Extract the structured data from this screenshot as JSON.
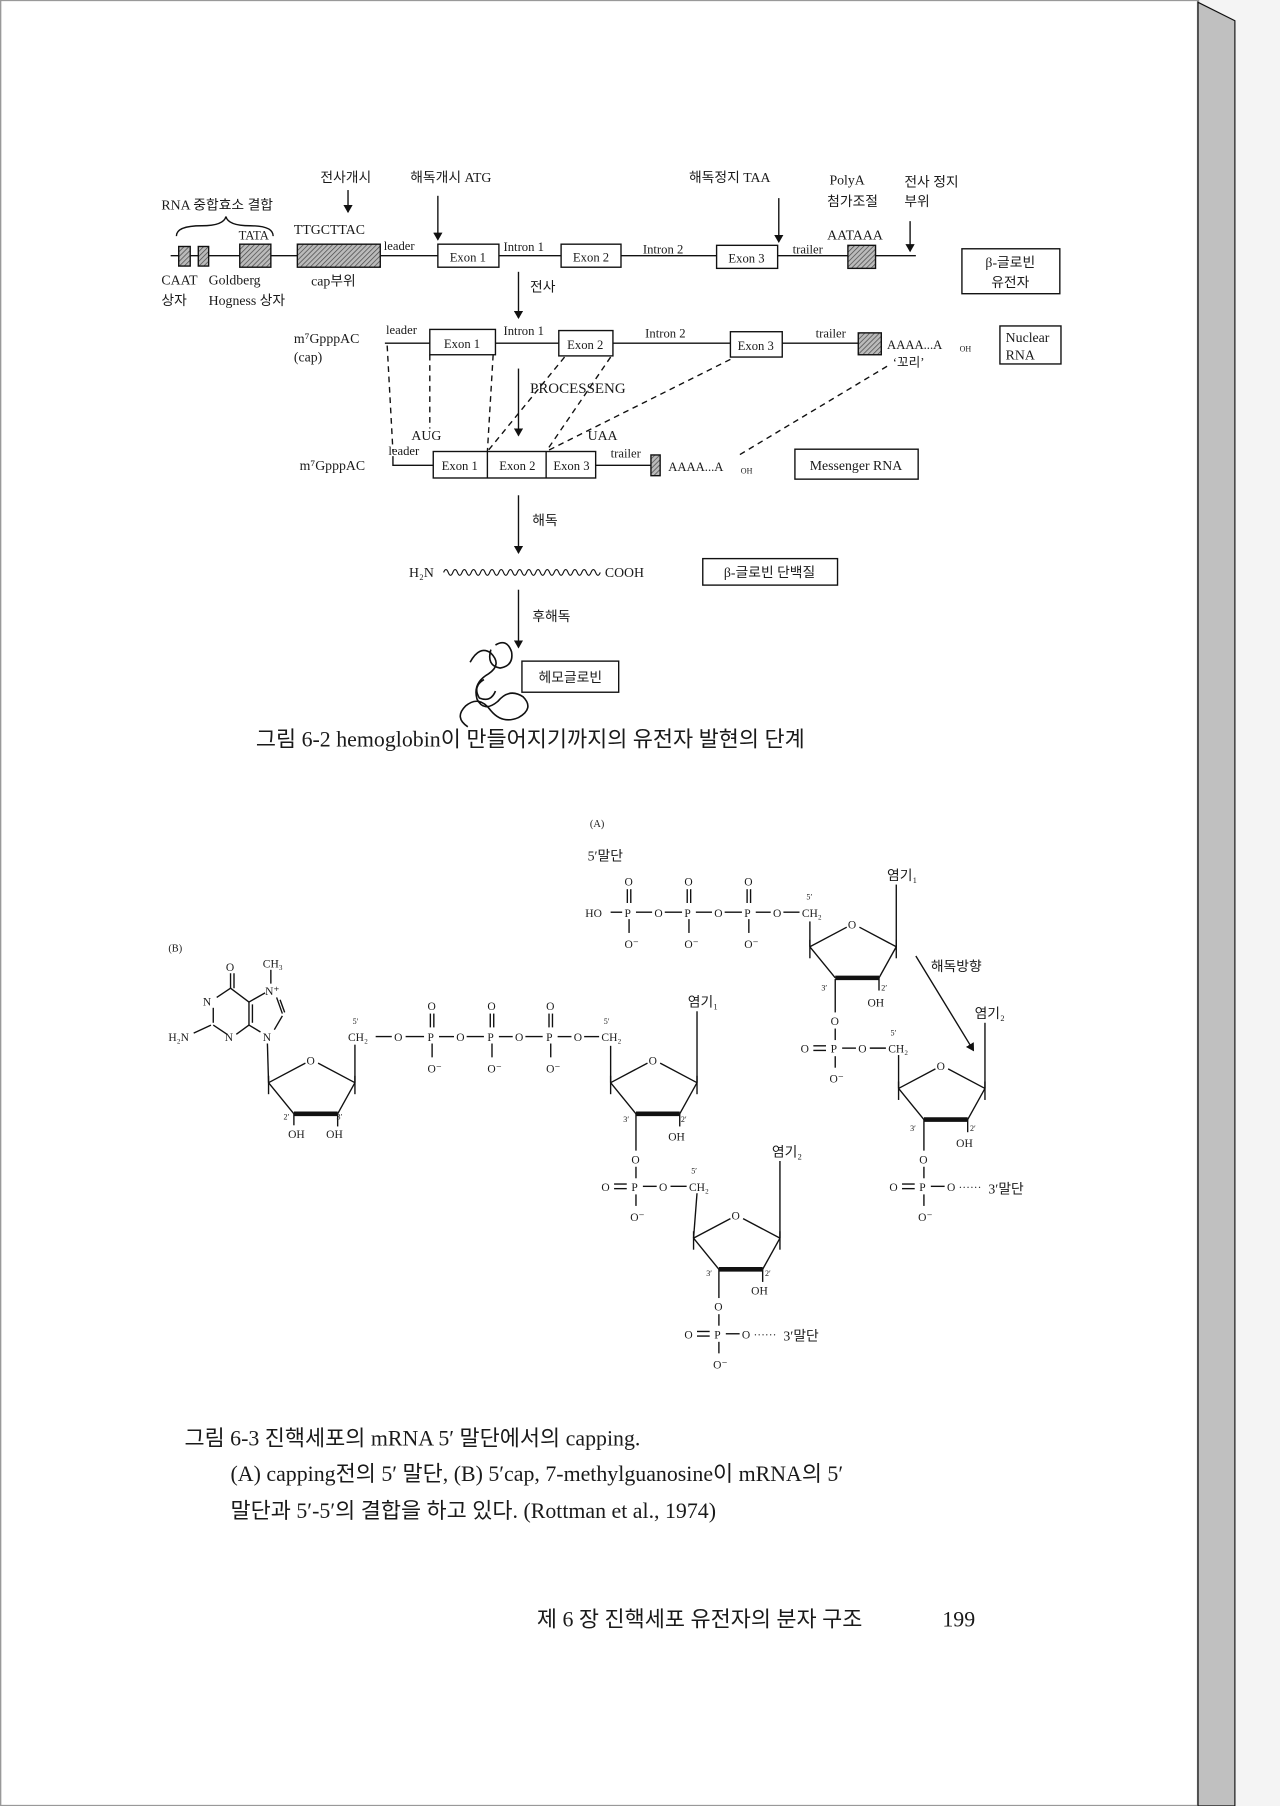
{
  "figure_6_2": {
    "labels": {
      "transcription_start": "전사개시",
      "translation_start": "해독개시 ATG",
      "translation_stop": "해독정지 TAA",
      "polya": "PolyA",
      "polya_2": "첨가조절",
      "transcription_stop": "전사 정지",
      "transcription_stop_2": "부위",
      "rna_polymerase": "RNA 중합효소 결합",
      "tata": "TATA",
      "ttgcttac": "TTGCTTAC",
      "leader": "leader",
      "exon1": "Exon 1",
      "intron1": "Intron 1",
      "exon2": "Exon 2",
      "intron2": "Intron 2",
      "exon3": "Exon 3",
      "trailer": "trailer",
      "aataaa": "AATAAA",
      "caat": "CAAT",
      "caat_2": "상자",
      "goldberg": "Goldberg",
      "hogness": "Hogness 상자",
      "cap_site": "cap부위",
      "gene_box_1": "β-글로빈",
      "gene_box_2": "유전자",
      "transcription": "전사",
      "cap": "m⁷GpppAC",
      "cap_paren": "(cap)",
      "polya_tail": "AAAA...A",
      "oh_sub": "OH",
      "tail": "‘꼬리’",
      "nuclear_box_1": "Nuclear",
      "nuclear_box_2": "RNA",
      "processing": "PROCESSENG",
      "aug": "AUG",
      "uaa": "UAA",
      "mrna_box": "Messenger RNA",
      "translation": "해독",
      "h2n": "H₂N",
      "cooh": "COOH",
      "protein_box": "β-글로빈 단백질",
      "post_translation": "후해독",
      "hemoglobin_box": "헤모글로빈"
    },
    "caption": "그림 6-2   hemoglobin이 만들어지기까지의 유전자 발현의 단계"
  },
  "figure_6_3": {
    "panel_a": "(A)",
    "panel_b": "(B)",
    "five_end": "5′말단",
    "translation_direction": "해독방향",
    "chem": {
      "o": "O",
      "p": "P",
      "o_minus": "O⁻",
      "ho": "HO",
      "oh": "OH",
      "ch2": "CH₂",
      "ch3": "CH₃",
      "n": "N",
      "n_plus": "N⁺",
      "h2n": "H₂N",
      "p5": "5′",
      "p3": "3′",
      "p2": "2′",
      "dots": "······",
      "end3": "3′말단",
      "base1": "염기₁",
      "base2": "염기₂"
    },
    "caption": {
      "line1": "그림 6-3  진핵세포의 mRNA 5′ 말단에서의 capping.",
      "line2": "(A) capping전의 5′ 말단,  (B) 5′cap, 7-methylguanosine이 mRNA의 5′",
      "line3": "말단과 5′-5′의 결합을 하고 있다.  (Rottman et al., 1974)"
    }
  },
  "footer": {
    "chapter": "제 6 장   진핵세포 유전자의 분자 구조",
    "page": "199"
  }
}
